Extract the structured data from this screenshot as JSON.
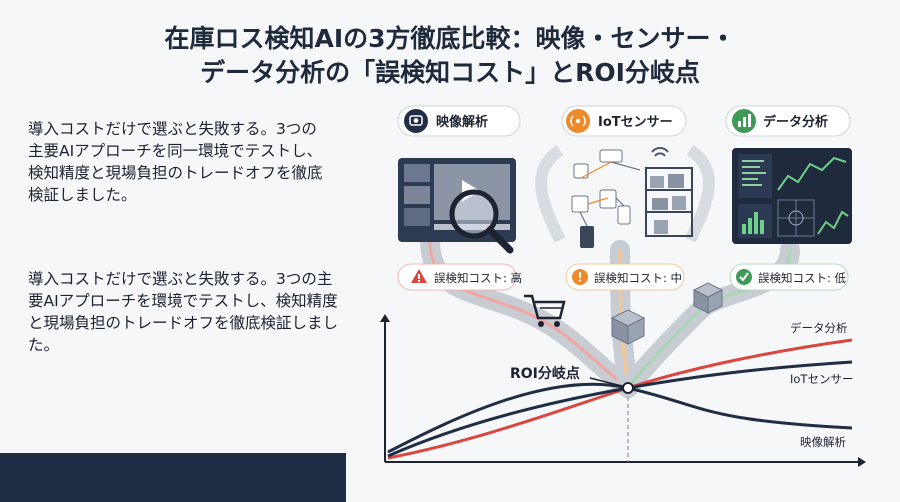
{
  "title": {
    "line1": "在庫ロス検知AIの3方徹底比較：映像・センサー・",
    "line2": "データ分析の「誤検知コスト」とROI分岐点"
  },
  "paragraphs": [
    "導入コストだけで選ぶと失敗する。3つの主要AIアプローチを同一環境でテストし、検知精度と現場負担のトレードオフを徹底検証しました。",
    "導入コストだけで選ぶと失敗する。3つの主要AIアプローチを環境でテストし、検知精度と現場負担のトレードオフを徹底検証しました。"
  ],
  "categories": [
    {
      "label": "映像解析",
      "cost_label": "誤検知コスト: 高",
      "icon": "camera-icon",
      "status_icon": "warning-icon",
      "color": "#d9473f"
    },
    {
      "label": "IoTセンサー",
      "cost_label": "誤検知コスト: 中",
      "icon": "signal-icon",
      "status_icon": "exclamation-icon",
      "color": "#ee8a2a"
    },
    {
      "label": "データ分析",
      "cost_label": "誤検知コスト: 低",
      "icon": "bar-chart-icon",
      "status_icon": "check-icon",
      "color": "#3f9a57"
    }
  ],
  "chart": {
    "branch_label": "ROI分岐点",
    "series_labels": [
      "データ分析",
      "IoTセンサー",
      "映像解析"
    ]
  },
  "colors": {
    "title": "#1f2a3c",
    "accent_navy": "#1f2d45",
    "red": "#d9473f",
    "orange": "#ee8a2a",
    "green": "#3f9a57"
  }
}
